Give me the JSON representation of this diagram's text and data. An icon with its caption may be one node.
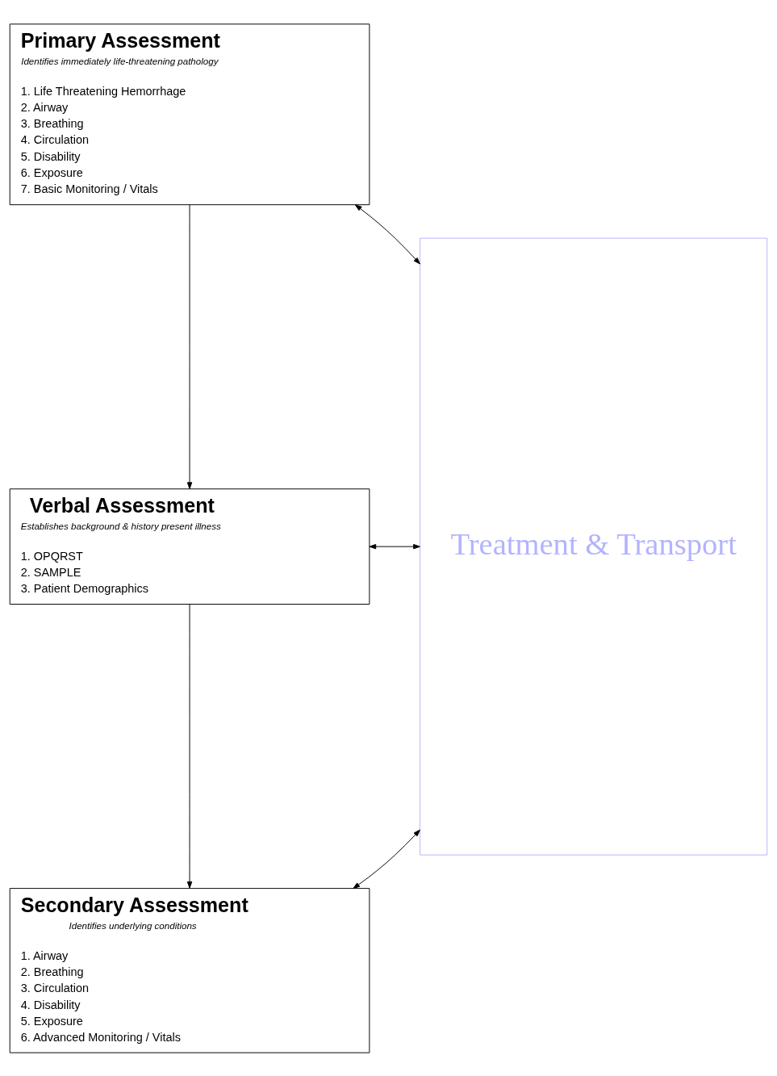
{
  "diagram": {
    "nodes": [
      {
        "text": [
          "Primary Assessment",
          "Identifies immediately life-threatening pathology",
          "1. Life Threatening Hemorrhage",
          "2. Airway",
          "3. Breathing",
          "4. Circulation",
          "5. Disability",
          "6. Exposure",
          "7. Basic Monitoring / Vitals"
        ]
      },
      {
        "text": [
          "Verbal Assessment",
          "Establishes background & history present illness",
          "1. OPQRST",
          "2. SAMPLE",
          "3. Patient Demographics"
        ]
      },
      {
        "text": [
          "Secondary Assessment",
          "Identifies underlying conditions",
          "1. Airway",
          "2. Breathing",
          "3. Circulation",
          "4. Disability",
          "5. Exposure",
          "6. Advanced Monitoring / Vitals"
        ]
      },
      {
        "text": [
          "Treatment & Transport"
        ]
      }
    ],
    "edges": [
      {
        "from": 0,
        "to": 1,
        "arrow": "to"
      },
      {
        "from": 1,
        "to": 2,
        "arrow": "to"
      },
      {
        "from": 0,
        "to": 3,
        "arrow": "both"
      },
      {
        "from": 1,
        "to": 3,
        "arrow": "both"
      },
      {
        "from": 2,
        "to": 3,
        "arrow": "both"
      }
    ]
  }
}
